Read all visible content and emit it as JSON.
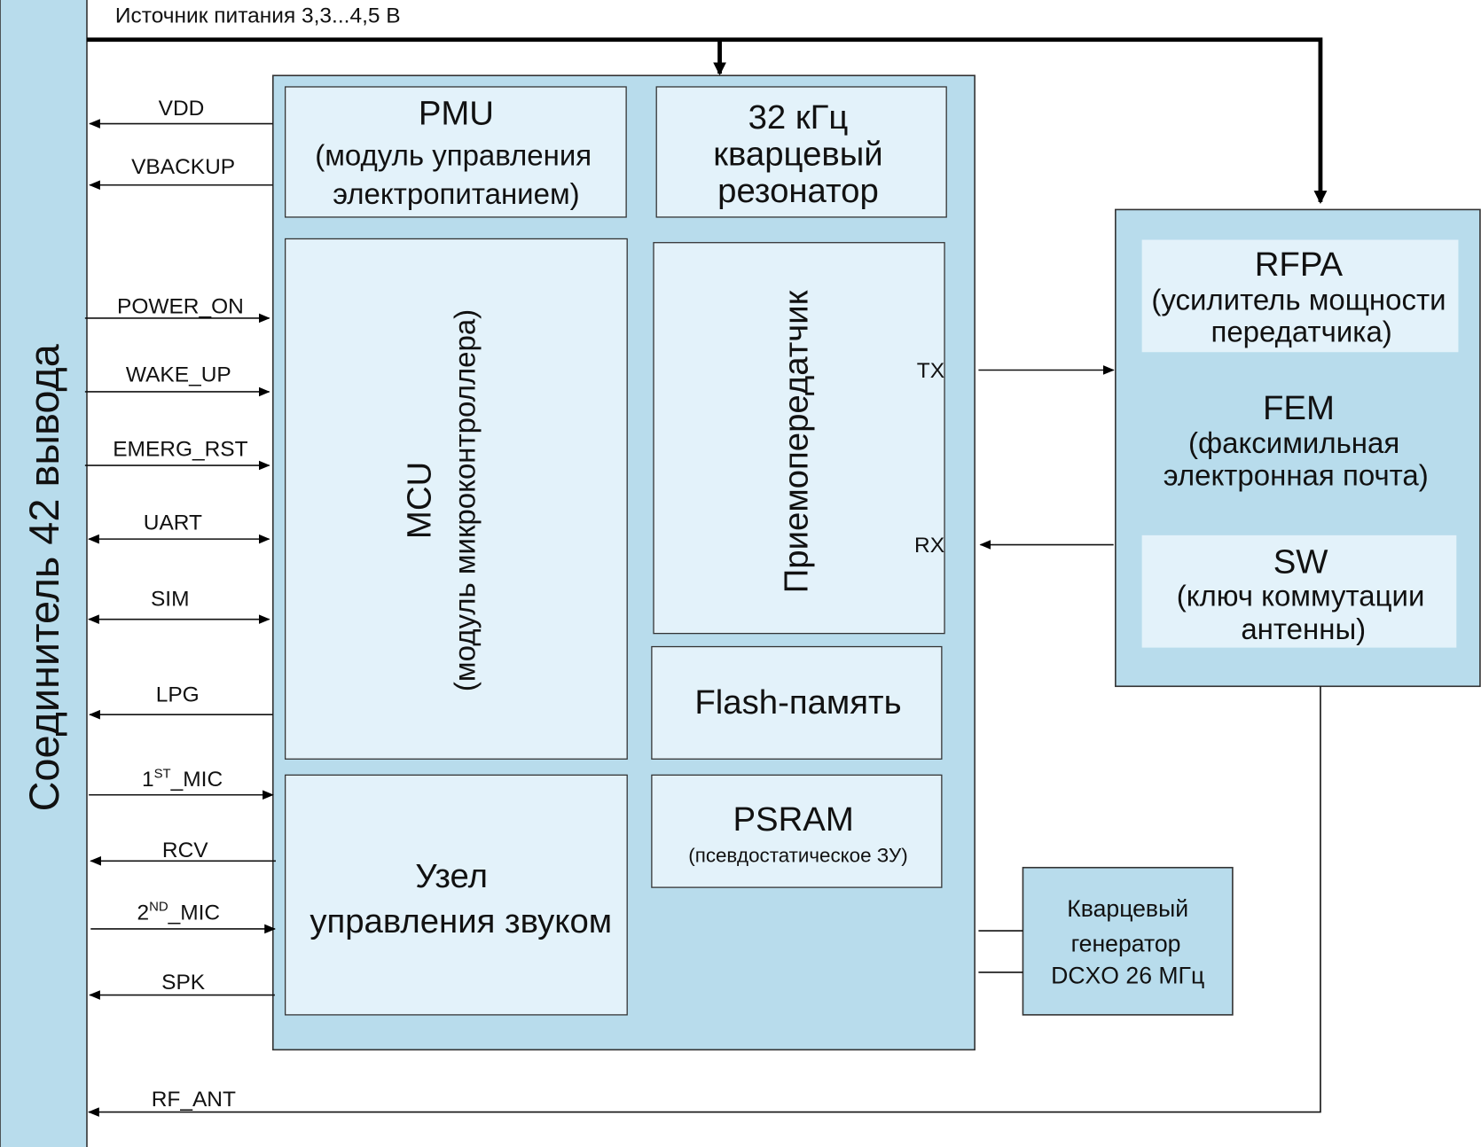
{
  "power_supply_label": "Источник питания 3,3...4,5 В",
  "connector": {
    "label": "Соединитель 42 вывода"
  },
  "colors": {
    "block_outer": "#b8dcec",
    "block_inner": "#e3f2fa",
    "lines": "#111111"
  },
  "signals": {
    "vdd": "VDD",
    "vbackup": "VBACKUP",
    "power_on": "POWER_ON",
    "wake_up": "WAKE_UP",
    "emerg_rst": "EMERG_RST",
    "uart": "UART",
    "sim": "SIM",
    "lpg": "LPG",
    "mic1": {
      "num": "1",
      "sup": "ST",
      "rest": "_MIC"
    },
    "rcv": "RCV",
    "mic2": {
      "num": "2",
      "sup": "ND",
      "rest": "_MIC"
    },
    "spk": "SPK",
    "rf_ant": "RF_ANT",
    "tx": "TX",
    "rx": "RX"
  },
  "blocks": {
    "pmu": {
      "title": "PMU",
      "line1": "(модуль управления",
      "line2": "электропитанием)"
    },
    "crystal32": {
      "line1": "32 кГц",
      "line2": "кварцевый",
      "line3": "резонатор"
    },
    "mcu": {
      "title": "MCU",
      "subtitle": "(модуль микроконтроллера)"
    },
    "transceiver": {
      "title": "Приемопередатчик"
    },
    "flash": {
      "title": "Flash-память"
    },
    "psram": {
      "title": "PSRAM",
      "subtitle": "(псевдостатическое ЗУ)"
    },
    "audio": {
      "line1": "Узел",
      "line2": "управления звуком"
    },
    "rfpa": {
      "title": "RFPA",
      "line1": "(усилитель мощности",
      "line2": "передатчика)"
    },
    "fem": {
      "title": "FEM",
      "line1": "(факсимильная",
      "line2": "электронная почта)"
    },
    "sw": {
      "title": "SW",
      "line1": "(ключ коммутации",
      "line2": "антенны)"
    },
    "dcxo": {
      "line1": "Кварцевый",
      "line2": "генератор",
      "line3": "DCXO 26 МГц"
    }
  }
}
